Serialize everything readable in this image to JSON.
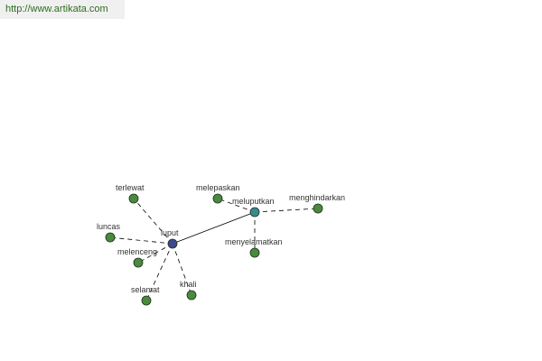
{
  "site": {
    "url": "http://www.artikata.com"
  },
  "colors": {
    "center_node": "#3b4a8c",
    "hub_node": "#3a8a92",
    "leaf_node": "#4a8a3c",
    "node_stroke": "#1e2e1e",
    "edge": "#000000",
    "url_text": "#2d6e1e"
  },
  "graph": {
    "nodes": [
      {
        "id": "luput",
        "label": "luput",
        "kind": "center"
      },
      {
        "id": "meluputkan",
        "label": "meluputkan",
        "kind": "hub"
      },
      {
        "id": "terlewat",
        "label": "terlewat",
        "kind": "leaf"
      },
      {
        "id": "luncas",
        "label": "luncas",
        "kind": "leaf"
      },
      {
        "id": "melenceng",
        "label": "melenceng",
        "kind": "leaf"
      },
      {
        "id": "selamat",
        "label": "selamat",
        "kind": "leaf"
      },
      {
        "id": "khali",
        "label": "khali",
        "kind": "leaf"
      },
      {
        "id": "melepaskan",
        "label": "melepaskan",
        "kind": "leaf"
      },
      {
        "id": "menghindarkan",
        "label": "menghindarkan",
        "kind": "leaf"
      },
      {
        "id": "menyelamatkan",
        "label": "menyelamatkan",
        "kind": "leaf"
      }
    ],
    "edges": [
      {
        "from": "luput",
        "to": "meluputkan",
        "style": "solid"
      },
      {
        "from": "luput",
        "to": "terlewat",
        "style": "dashed"
      },
      {
        "from": "luput",
        "to": "luncas",
        "style": "dashed"
      },
      {
        "from": "luput",
        "to": "melenceng",
        "style": "dashed"
      },
      {
        "from": "luput",
        "to": "selamat",
        "style": "dashed"
      },
      {
        "from": "luput",
        "to": "khali",
        "style": "dashed"
      },
      {
        "from": "meluputkan",
        "to": "melepaskan",
        "style": "dashed"
      },
      {
        "from": "meluputkan",
        "to": "menghindarkan",
        "style": "dashed"
      },
      {
        "from": "meluputkan",
        "to": "menyelamatkan",
        "style": "dashed"
      }
    ]
  }
}
